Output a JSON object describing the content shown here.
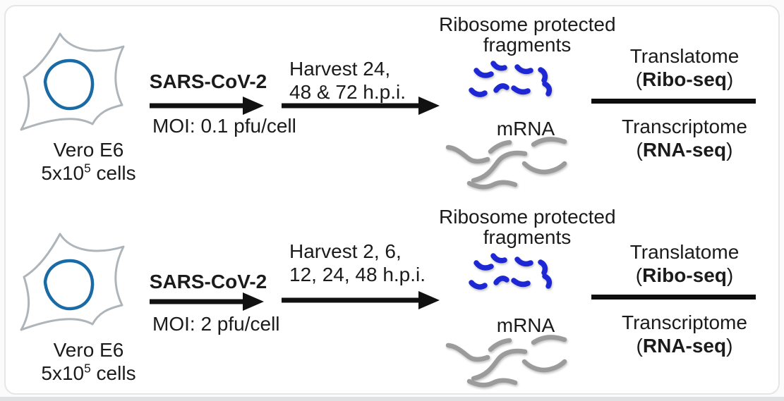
{
  "rows": [
    {
      "cell": {
        "line": "Vero E6",
        "count_base": "5x10",
        "count_sup": "5",
        "count_rest": " cells"
      },
      "infection": {
        "virus_label": "SARS-CoV-2",
        "moi_label": "MOI: 0.1 pfu/cell"
      },
      "harvest": {
        "line1": "Harvest 24,",
        "line2": "48 & 72 h.p.i."
      },
      "fragments": {
        "title_line1": "Ribosome protected",
        "title_line2": "fragments",
        "mrna_label": "mRNA"
      },
      "outputs": {
        "top_name": "Translatome",
        "top_method": "Ribo-seq",
        "bottom_name": "Transcriptome",
        "bottom_method": "RNA-seq",
        "paren_open": "(",
        "paren_close": ")"
      }
    },
    {
      "cell": {
        "line": "Vero E6",
        "count_base": "5x10",
        "count_sup": "5",
        "count_rest": " cells"
      },
      "infection": {
        "virus_label": "SARS-CoV-2",
        "moi_label": "MOI: 2 pfu/cell"
      },
      "harvest": {
        "line1": "Harvest 2, 6,",
        "line2": "12, 24, 48 h.p.i."
      },
      "fragments": {
        "title_line1": "Ribosome protected",
        "title_line2": "fragments",
        "mrna_label": "mRNA"
      },
      "outputs": {
        "top_name": "Translatome",
        "top_method": "Ribo-seq",
        "bottom_name": "Transcriptome",
        "bottom_method": "RNA-seq",
        "paren_open": "(",
        "paren_close": ")"
      }
    }
  ],
  "colors": {
    "fragment_blue": "#1e27d4",
    "mrna_gray": "#9b9b9b",
    "cell_outline_gray": "#aeb5ba",
    "nucleus_blue": "#1a6aa5",
    "arrow_black": "#111111"
  }
}
